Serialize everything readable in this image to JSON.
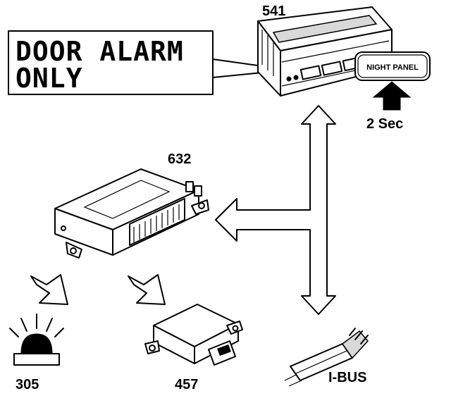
{
  "display": {
    "line1": "DOOR ALARM",
    "line2": "ONLY"
  },
  "labels": {
    "cluster": "541",
    "module": "632",
    "lamp": "305",
    "sensor": "457",
    "bus": "I-BUS",
    "hold_time": "2 Sec"
  },
  "button": {
    "label": "NIGHT PANEL"
  }
}
